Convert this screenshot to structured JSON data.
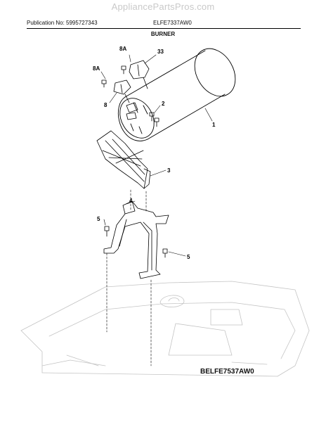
{
  "watermark": "AppliancePartsPros.com",
  "header": {
    "publication": "Publication No: 5995727343",
    "model": "ELFE7337AW0"
  },
  "section_title": "BURNER",
  "callouts": {
    "c8a_top": "8A",
    "c33": "33",
    "c8a_left": "8A",
    "c8": "8",
    "c2": "2",
    "c1": "1",
    "c3": "3",
    "c4": "4",
    "c5_left": "5",
    "c5_right": "5"
  },
  "figure_id": "BELFE7537AW0"
}
